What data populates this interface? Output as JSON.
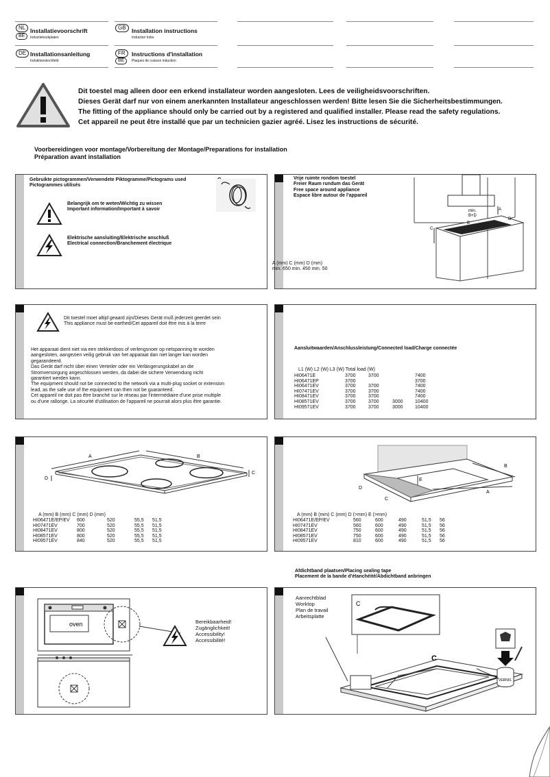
{
  "languages": [
    {
      "badges": [
        "NL",
        "BE"
      ],
      "title": "Installatievoorschrift",
      "subtitle": "Inductiekookplaten"
    },
    {
      "badges": [
        "GB"
      ],
      "title": "Installation instructions",
      "subtitle": "Induction hobs"
    },
    {
      "badges": [
        "DE"
      ],
      "title": "Installationsanleitung",
      "subtitle": "Induktionskochfeld"
    },
    {
      "badges": [
        "FR",
        "BE"
      ],
      "title": "Instructions d'installation",
      "subtitle": "Plaques de cuisson induction"
    }
  ],
  "warning": {
    "lines": [
      "Dit toestel mag alleen door een erkend installateur worden aangesloten. Lees de veiligheidsvoorschriften.",
      "Dieses Gerät darf nur von einem anerkannten Installateur angeschlossen werden! Bitte lesen Sie die Sicherheitsbestimmungen.",
      "The fitting of the appliance should only be carried out by a registered and qualified installer. Please read the safety regulations.",
      "Cet appareil ne peut être installé que par un technicien gazier agréé. Lisez les instructions de sécurité."
    ]
  },
  "preparations": {
    "line1": "Voorbereidingen voor montage/Vorbereitung der Montage/Preparations for installation",
    "line2": "Préparation avant installation"
  },
  "pictograms": {
    "title1": "Gebruikte pictogrammen/Verwendete Piktogramme/Pictograms used",
    "title2": "Pictogrammes utilisés",
    "cable_label": "C",
    "important1": "Belangrijk om te weten/Wichtig zu wissen",
    "important2": "Important information/Important à savoir",
    "electric1": "Elektrische aansluiting/Elektrische anschluß",
    "electric2": "Electrical  connection/Branchement électrique"
  },
  "free_space": {
    "lines": [
      "Vrije ruimte rondom toestel",
      "Freier Raum rundum das Gerät",
      "Free space around appliance",
      "Espace libre autour de l'appareil"
    ],
    "header": "A (mm)   C (mm)     D (mm)",
    "values": "min. 650  min. 450    min. 50",
    "diagram_labels": {
      "min": "min.",
      "bd": "B+D",
      "a": "A",
      "b": "B",
      "c": "C",
      "d": "D"
    }
  },
  "earthing": {
    "warn1": "Dit toestel moet altijd geaard zijn/Dieses Gerät muß jederzeit geerdet sein",
    "warn2": "This appliance must be earthed/Cet appareil doit être mis à la terre",
    "body": [
      "Het apparaat dient niet via een stekkerdoos of verlengsnoer op netspanning te worden",
      "aangesloten, aangezien veilig gebruik van het apparaat dan niet langer kan worden",
      "gegarandeerd.",
      "Das Gerät darf nicht über einen Verteiler oder ein Verlängerungskabel an die",
      "Stromversorgung angeschlossen werden, da dabei die sichere Verwendung nicht",
      "garantiert werden kann.",
      "The equipment should not be connected to the network via a multi-plug socket or extension",
      "lead, as the safe use of the equipment can then not be guaranteed.",
      "Cet appareil ne doit pas être branché sur le réseau par l'intermédiaire d'une prise multiple",
      "ou d'une rallonge. La sécurité d'utilisation de l'appareil ne pourrait alors plus être garantie."
    ]
  },
  "connected_load": {
    "title": "Aansluitwaarden/Anschlussleistung/Connected load/Charge connectée",
    "headers": [
      "L1 (W)",
      "L2 (W)",
      "L3 (W)",
      "Total load (W)"
    ],
    "rows": [
      [
        "HI06471E",
        "3700",
        "3700",
        "",
        "7400"
      ],
      [
        "HI06471EP",
        "3700",
        "",
        "",
        "3700"
      ],
      [
        "HI06471EV",
        "3700",
        "3700",
        "",
        "7400"
      ],
      [
        "HI07471EV",
        "3700",
        "3700",
        "",
        "7400"
      ],
      [
        "HI08471EV",
        "3700",
        "3700",
        "",
        "7400"
      ],
      [
        "HI08571EV",
        "3700",
        "3700",
        "3000",
        "10400"
      ],
      [
        "HI09571EV",
        "3700",
        "3700",
        "3000",
        "10400"
      ]
    ]
  },
  "hob_dims": {
    "header": "A (mm)  B (mm)   C (mm)   D (mm)",
    "diagram_labels": {
      "a": "A",
      "b": "B",
      "c": "C",
      "d": "D"
    },
    "rows": [
      [
        "HI06471E/EP/EV",
        "600",
        "520",
        "55,5",
        "51,5"
      ],
      [
        "HI07471EV",
        "700",
        "520",
        "55,5",
        "51,5"
      ],
      [
        "HI08471EV",
        "800",
        "520",
        "55,5",
        "51,5"
      ],
      [
        "HI08571EV",
        "800",
        "520",
        "55,5",
        "51,5"
      ],
      [
        "HI09571EV",
        "840",
        "520",
        "55,5",
        "51,5"
      ]
    ]
  },
  "cutout_dims": {
    "header": "A (mm)  B (mm)  C (mm)  D (>mm)  E (>mm)",
    "diagram_labels": {
      "a": "A",
      "b": "B",
      "c": "C",
      "d": "D",
      "e": "E"
    },
    "rows": [
      [
        "HI06471E/EP/EV",
        "560",
        "600",
        "490",
        "51,5",
        "56"
      ],
      [
        "HI07471EV",
        "560",
        "600",
        "490",
        "51,5",
        "56"
      ],
      [
        "HI08471EV",
        "750",
        "600",
        "490",
        "51,5",
        "56"
      ],
      [
        "HI08571EV",
        "750",
        "600",
        "490",
        "51,5",
        "56"
      ],
      [
        "HI09571EV",
        "810",
        "600",
        "490",
        "51,5",
        "56"
      ]
    ]
  },
  "accessibility": {
    "oven_label": "oven",
    "lines": [
      "Bereikbaarheid!",
      "Zugänglichkeit!",
      "Accessibility!",
      "Accessibilité!"
    ]
  },
  "sealing": {
    "heading1": "Afdichtband plaatsen/Placing sealing tape",
    "heading2": "Placement de la bande d'étanchéité/Abdichtband anbringen",
    "worktop": [
      "Aanrechtblad",
      "Worktop",
      "Plan de travail",
      "Arbeitsplatte"
    ],
    "c_small": "C",
    "c_large": "C",
    "vernis": "VERNIS"
  }
}
